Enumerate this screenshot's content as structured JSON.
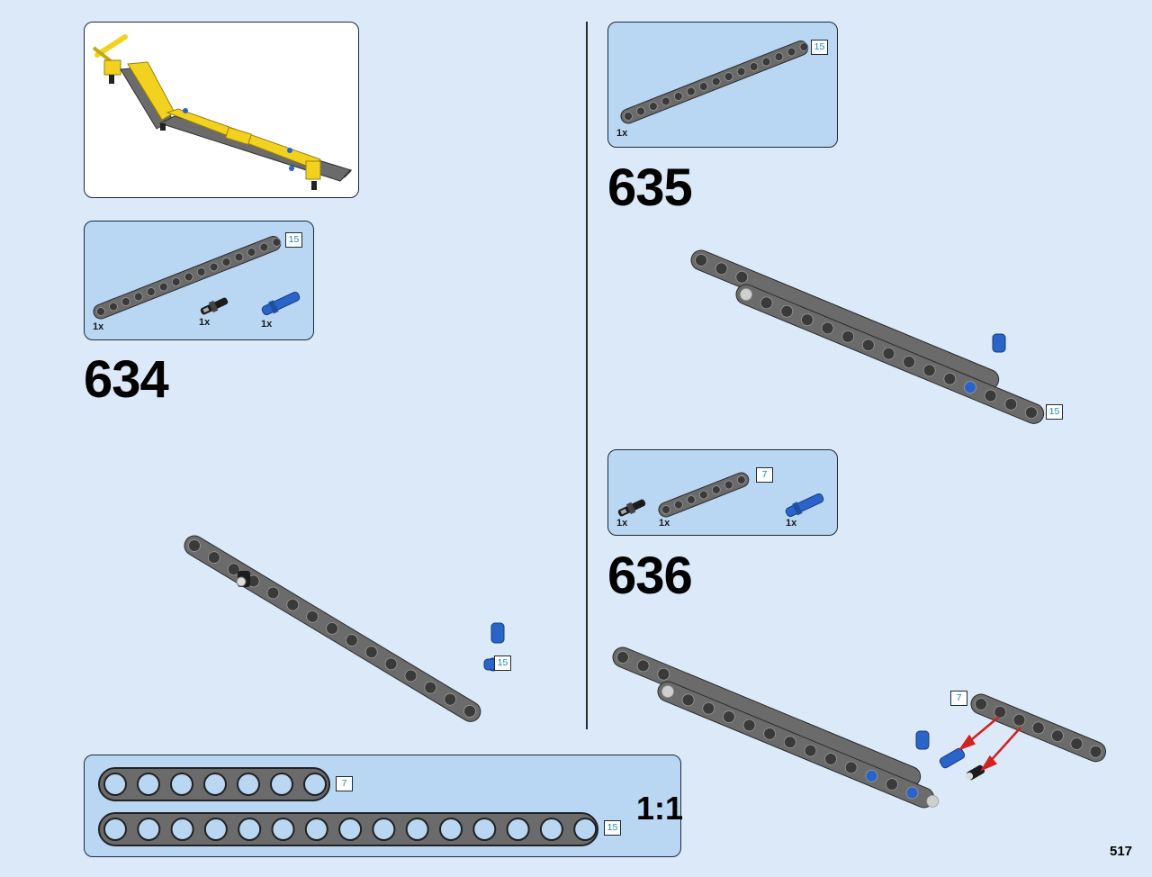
{
  "steps": [
    {
      "number": "634",
      "parts": [
        {
          "qty": "1x"
        },
        {
          "qty": "1x"
        },
        {
          "qty": "1x"
        }
      ],
      "beam_length": "15",
      "assembly_length": "15"
    },
    {
      "number": "635",
      "parts": [
        {
          "qty": "1x"
        }
      ],
      "beam_length": "15",
      "assembly_length": "15"
    },
    {
      "number": "636",
      "parts": [
        {
          "qty": "1x"
        },
        {
          "qty": "1x"
        },
        {
          "qty": "1x"
        }
      ],
      "beam_length": "7",
      "assembly_length": "7"
    }
  ],
  "scale_guide": {
    "label": "1:1",
    "beam_short": "7",
    "beam_long": "15"
  },
  "page_number": "517",
  "colors": {
    "background": "#dce9f8",
    "panel_blue": "#b9d6f3",
    "beam": "#6b6b6b",
    "connector_blue": "#2a64c8",
    "yellow": "#f2d21e",
    "arrow_red": "#d42020",
    "length_text": "#1a86c7"
  }
}
